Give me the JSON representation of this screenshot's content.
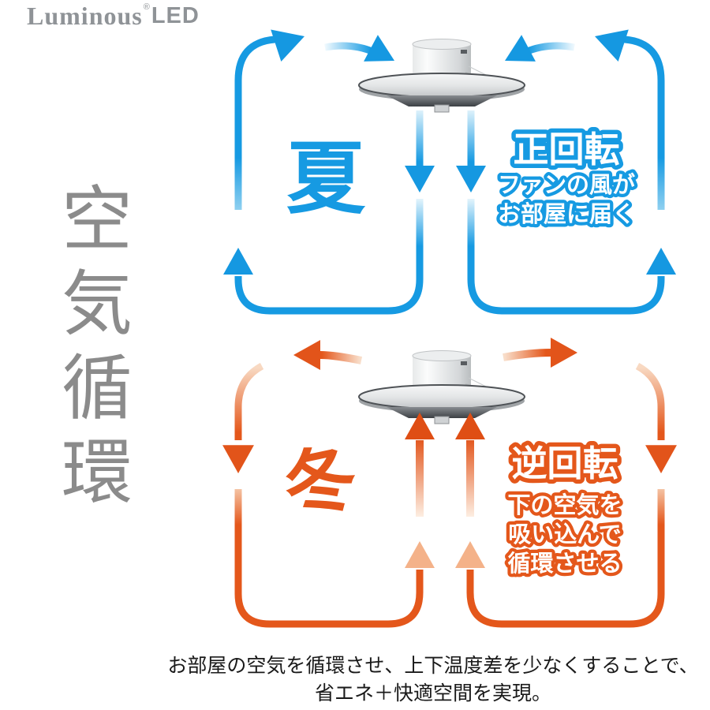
{
  "logo": {
    "brand": "Luminous",
    "registered": "®",
    "led": "LED"
  },
  "side_title": "空気循環",
  "summer": {
    "season_label": "夏",
    "mode_title": "正回転",
    "mode_desc_lines": [
      "ファンの風が",
      "お部屋に届く"
    ]
  },
  "winter": {
    "season_label": "冬",
    "mode_title": "逆回転",
    "mode_desc_lines": [
      "下の空気を",
      "吸い込んで",
      "循環させる"
    ]
  },
  "footer": {
    "lines": [
      "お部屋の空気を循環させ、上下温度差を少なくすることで、",
      "省エネ＋快適空間を実現。"
    ]
  },
  "icons": {
    "summer_fan": "ceiling-fan-led-light",
    "winter_fan": "ceiling-fan-led-light",
    "summer_arrows": "air-circulation-downward-loop",
    "winter_arrows": "air-circulation-upward-loop"
  },
  "colors": {
    "summer_accent": "#169ae2",
    "winter_accent": "#e4571b",
    "logo_gray": "#8f9397",
    "side_title_gray": "#8b8b8b",
    "footer_text": "#1a1a1a",
    "background": "#ffffff"
  }
}
